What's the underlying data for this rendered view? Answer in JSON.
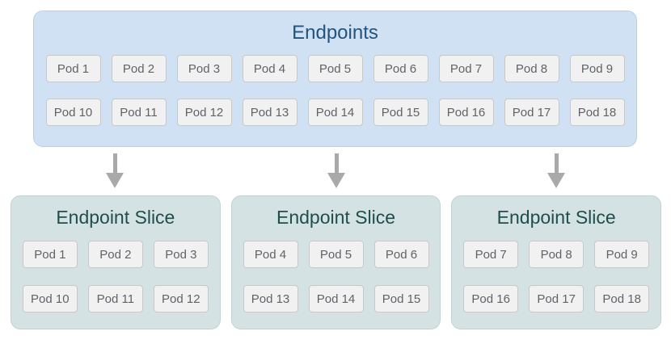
{
  "diagram": {
    "description": "Endpoints object with 18 pods split into three EndpointSlice objects of 6 pods each"
  },
  "colors": {
    "page_background": "#ffffff",
    "endpoints_box_bg": "#cfe1f3",
    "endpoints_box_border": "#b9d1e8",
    "endpoints_title_color": "#24547e",
    "slice_box_bg": "#d5e2e3",
    "slice_box_border": "#c0d3d3",
    "slice_title_color": "#204e4d",
    "pod_chip_bg": "#f1f1f1",
    "pod_chip_border": "#c8c8c8",
    "pod_text_color": "#5f6368",
    "arrow_color": "#a9a9a9"
  },
  "endpoints": {
    "title": "Endpoints",
    "rows": [
      [
        "Pod 1",
        "Pod 2",
        "Pod 3",
        "Pod 4",
        "Pod 5",
        "Pod 6",
        "Pod 7",
        "Pod 8",
        "Pod 9"
      ],
      [
        "Pod 10",
        "Pod 11",
        "Pod 12",
        "Pod 13",
        "Pod 14",
        "Pod 15",
        "Pod 16",
        "Pod 17",
        "Pod 18"
      ]
    ]
  },
  "arrows": {
    "count": 3,
    "icon": "down-arrow",
    "color": "#a9a9a9"
  },
  "slices": [
    {
      "title": "Endpoint Slice",
      "rows": [
        [
          "Pod 1",
          "Pod 2",
          "Pod 3"
        ],
        [
          "Pod 10",
          "Pod 11",
          "Pod 12"
        ]
      ]
    },
    {
      "title": "Endpoint Slice",
      "rows": [
        [
          "Pod 4",
          "Pod 5",
          "Pod 6"
        ],
        [
          "Pod 13",
          "Pod 14",
          "Pod 15"
        ]
      ]
    },
    {
      "title": "Endpoint Slice",
      "rows": [
        [
          "Pod 7",
          "Pod 8",
          "Pod 9"
        ],
        [
          "Pod 16",
          "Pod 17",
          "Pod 18"
        ]
      ]
    }
  ]
}
